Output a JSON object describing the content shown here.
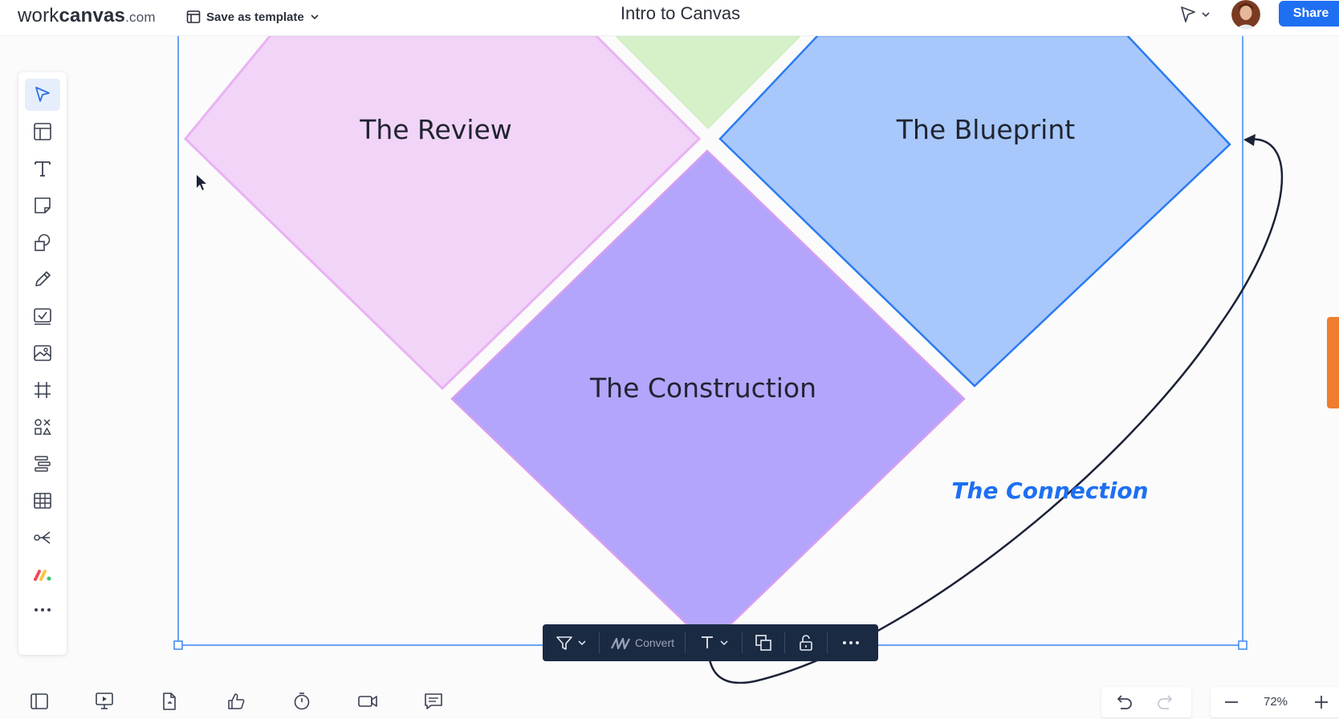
{
  "app": {
    "logo_regular": "work",
    "logo_bold": "canvas",
    "logo_domain": ".com",
    "save_template_label": "Save as template",
    "document_title": "Intro to Canvas",
    "share_label": "Share"
  },
  "canvas": {
    "shapes": [
      {
        "label": "The Review",
        "fill": "#f1d4f8",
        "stroke": "#e9b2f2"
      },
      {
        "label": "The Blueprint",
        "fill": "#a8c7fb",
        "stroke": "#2b7bef"
      },
      {
        "label": "The Construction",
        "fill": "#b2a5fb",
        "stroke": "#d89ef0"
      }
    ],
    "connection_label": "The Connection",
    "connection_color": "#1e6ff1",
    "selection_color": "#3a86ef"
  },
  "toolbar": {
    "tools": [
      {
        "name": "select-tool",
        "icon": "pointer-icon"
      },
      {
        "name": "templates-tool",
        "icon": "layout-icon"
      },
      {
        "name": "text-tool",
        "icon": "text-icon"
      },
      {
        "name": "sticky-note-tool",
        "icon": "sticky-note-icon"
      },
      {
        "name": "shapes-tool",
        "icon": "shapes-icon"
      },
      {
        "name": "pen-tool",
        "icon": "pencil-icon"
      },
      {
        "name": "task-tool",
        "icon": "checkbox-icon"
      },
      {
        "name": "image-tool",
        "icon": "image-icon"
      },
      {
        "name": "frame-tool",
        "icon": "frame-icon"
      },
      {
        "name": "elements-tool",
        "icon": "elements-icon"
      },
      {
        "name": "align-tool",
        "icon": "align-icon"
      },
      {
        "name": "table-tool",
        "icon": "table-icon"
      },
      {
        "name": "mind-map-tool",
        "icon": "mind-map-icon"
      },
      {
        "name": "monday-tool",
        "icon": "monday-icon"
      },
      {
        "name": "more-tool",
        "icon": "more-icon"
      }
    ]
  },
  "context_bar": {
    "convert_label": "Convert"
  },
  "bottom_bar": {
    "zoom_level": "72%"
  },
  "colors": {
    "accent": "#1e6ff1",
    "side_tab": "#f07d2f"
  }
}
